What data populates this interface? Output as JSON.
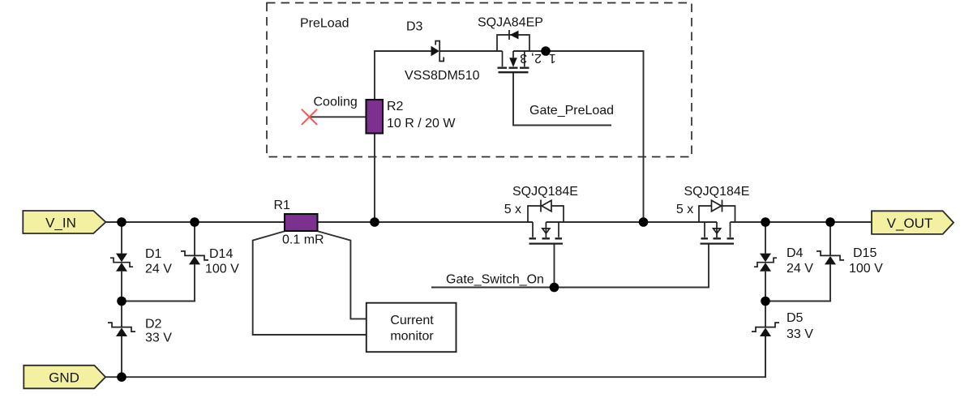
{
  "colors": {
    "background": "#ffffff",
    "wire": "#2f2f2f",
    "text": "#141414",
    "junction_dot": "#000000",
    "flag_fill": "#f3f1a1",
    "flag_border": "#2b2b2b",
    "resistor_fill": "#7c3190",
    "no_connect_x": "#ef5b5b"
  },
  "flags": {
    "v_in": "V_IN",
    "v_out": "V_OUT",
    "gnd": "GND"
  },
  "preload": {
    "box_label": "PreLoad",
    "d3": {
      "ref": "D3",
      "part": "VSS8DM510"
    },
    "q3": {
      "part": "SQJA84EP",
      "pins": "1, 2, 3"
    },
    "r2": {
      "ref": "R2",
      "value": "10 R / 20 W"
    },
    "cooling_label": "Cooling",
    "gate_net": "Gate_PreLoad"
  },
  "main": {
    "r1": {
      "ref": "R1",
      "value": "0.1 mR"
    },
    "q1": {
      "part": "SQJQ184E",
      "qty": "5 x"
    },
    "q2": {
      "part": "SQJQ184E",
      "qty": "5 x"
    },
    "gate_net": "Gate_Switch_On",
    "current_monitor": {
      "line1": "Current",
      "line2": "monitor"
    },
    "d1": {
      "ref": "D1",
      "value": "24 V"
    },
    "d2": {
      "ref": "D2",
      "value": "33 V"
    },
    "d14": {
      "ref": "D14",
      "value": "100 V"
    },
    "d4": {
      "ref": "D4",
      "value": "24 V"
    },
    "d5": {
      "ref": "D5",
      "value": "33 V"
    },
    "d15": {
      "ref": "D15",
      "value": "100 V"
    }
  }
}
